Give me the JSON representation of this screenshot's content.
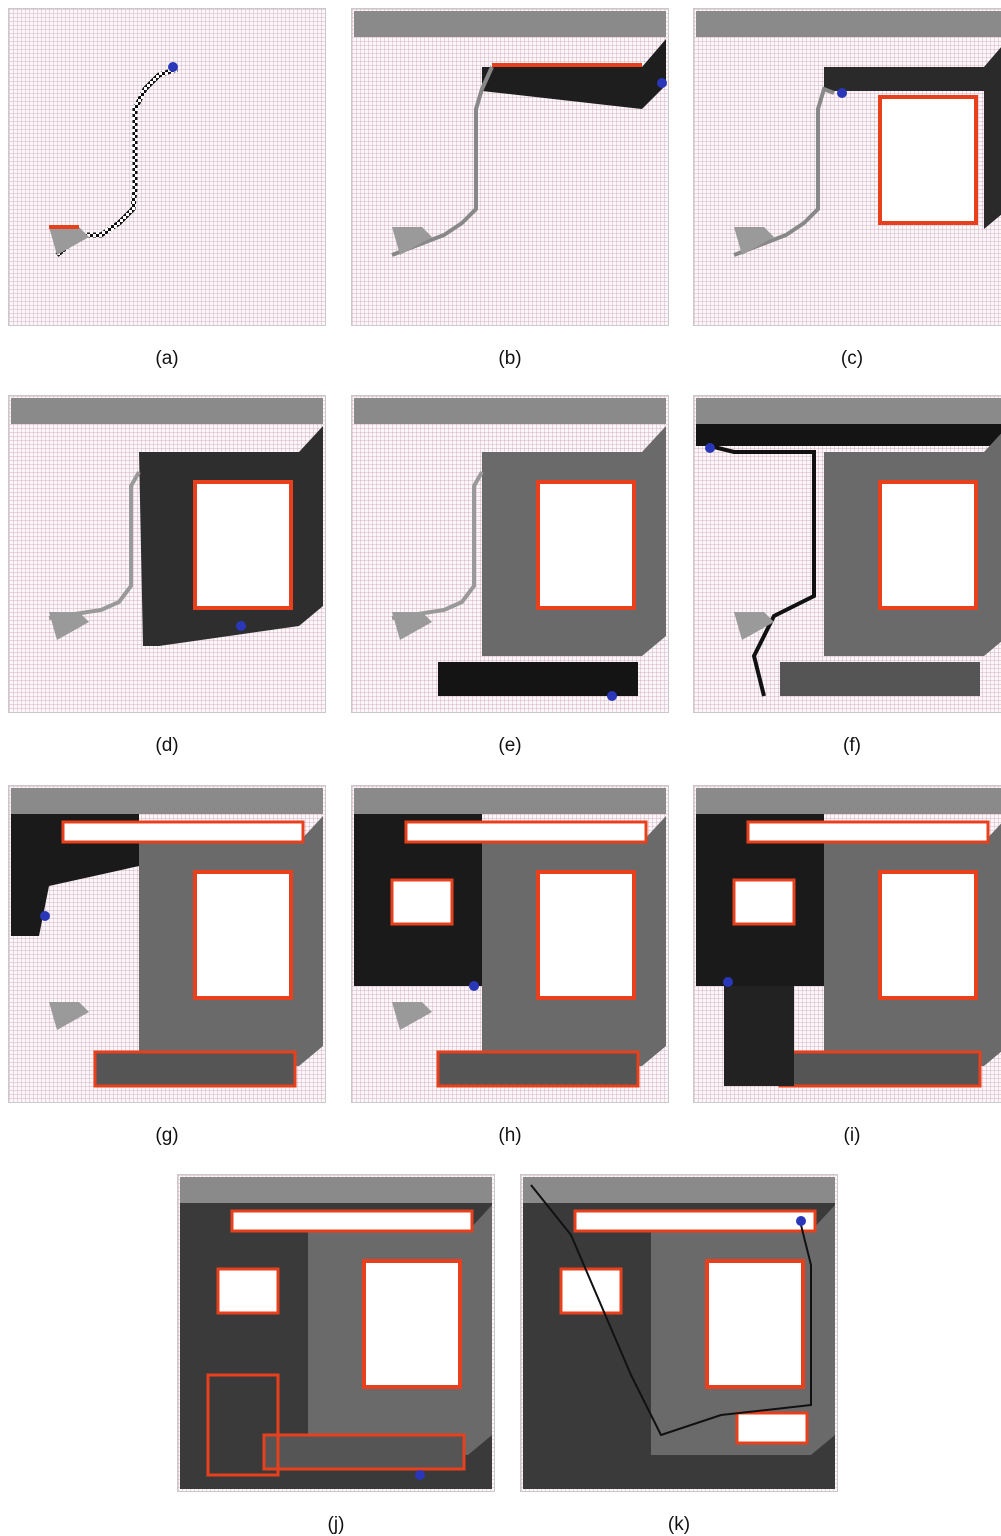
{
  "figure": {
    "panels": [
      {
        "id": "a",
        "label": "(a)"
      },
      {
        "id": "b",
        "label": "(b)"
      },
      {
        "id": "c",
        "label": "(c)"
      },
      {
        "id": "d",
        "label": "(d)"
      },
      {
        "id": "e",
        "label": "(e)"
      },
      {
        "id": "f",
        "label": "(f)"
      },
      {
        "id": "g",
        "label": "(g)"
      },
      {
        "id": "h",
        "label": "(h)"
      },
      {
        "id": "i",
        "label": "(i)"
      },
      {
        "id": "j",
        "label": "(j)"
      },
      {
        "id": "k",
        "label": "(k)"
      }
    ]
  },
  "colors": {
    "free_cell_grid": "#e8d6df",
    "obstacle_border": "#e8401c",
    "frontier": "#111111",
    "robot": "#2a37b8",
    "explored_dark": "#1a1a1a",
    "explored_light": "#9a9a9a"
  }
}
